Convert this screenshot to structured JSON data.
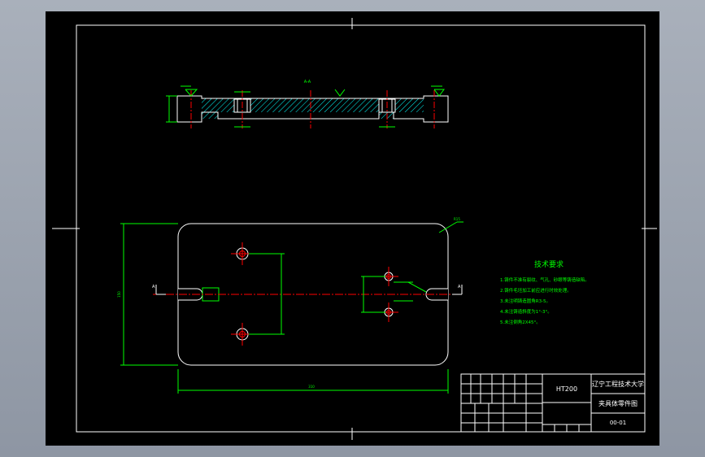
{
  "colors": {
    "background": "#000000",
    "outline": "#ffffff",
    "dimension": "#00ff00",
    "centerline": "#ff0000",
    "hatch": "#00ffff",
    "annotation": "#00ff00"
  },
  "drawing": {
    "section_label": "A-A",
    "section_mark_left": "A",
    "section_mark_right": "A",
    "overall_length_dim": "310",
    "overall_width_dim": "150",
    "corner_callout": "R15"
  },
  "tech": {
    "title": "技术要求",
    "lines": [
      "1.铸件不准有裂纹、气孔、砂眼等铸造缺陷。",
      "2.铸件毛坯加工前应进行时效处理。",
      "3.未注明铸造圆角R3-5。",
      "4.未注铸造斜度为1°-3°。",
      "5.未注倒角2X45°。"
    ]
  },
  "title_block": {
    "material": "HT200",
    "school": "辽宁工程技术大学",
    "part_name": "夹具体零件图",
    "drawing_no": "00-01"
  }
}
